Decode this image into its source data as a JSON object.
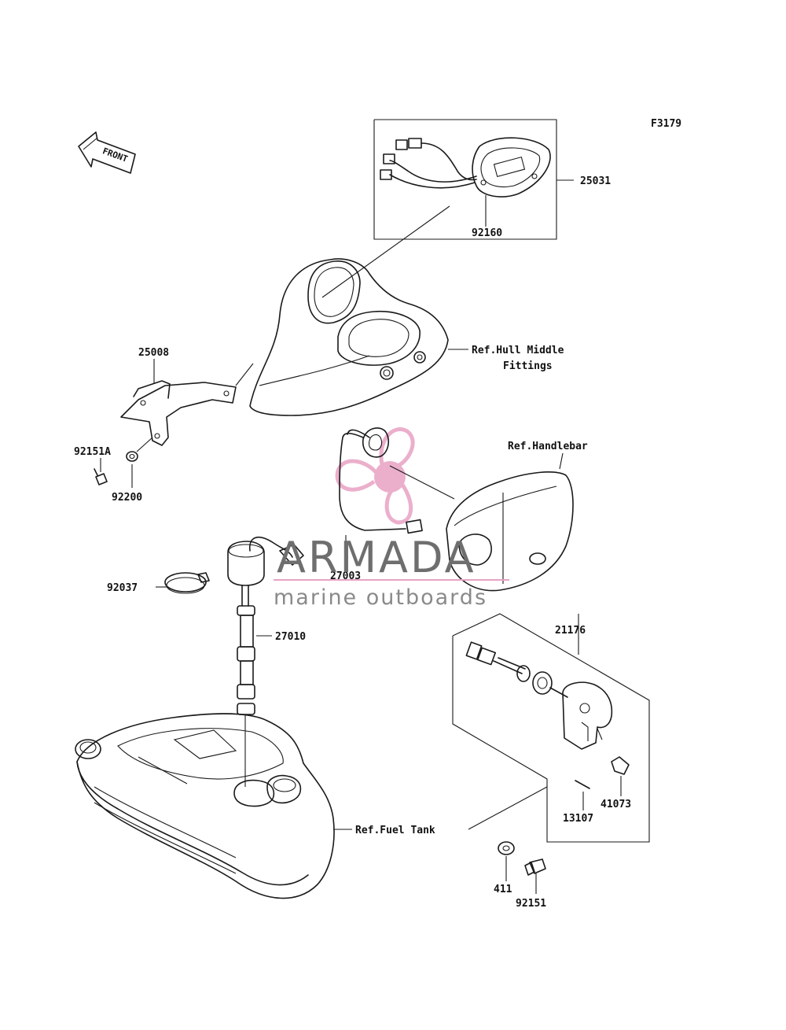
{
  "figure_code": "F3179",
  "front_arrow_label": "FRONT",
  "parts": {
    "p25031": "25031",
    "p92160": "92160",
    "p25008": "25008",
    "p92151A": "92151A",
    "p92200": "92200",
    "p27003": "27003",
    "p92037": "92037",
    "p27010": "27010",
    "p21176": "21176",
    "p41073": "41073",
    "p13107": "13107",
    "p411": "411",
    "p92151": "92151"
  },
  "refs": {
    "hull_line1": "Ref.Hull Middle",
    "hull_line2": "Fittings",
    "handlebar": "Ref.Handlebar",
    "fuel_tank": "Ref.Fuel Tank"
  },
  "watermark": {
    "brand": "ARMADA",
    "tagline": "marine outboards",
    "logo_color": "#e8a2c4"
  }
}
